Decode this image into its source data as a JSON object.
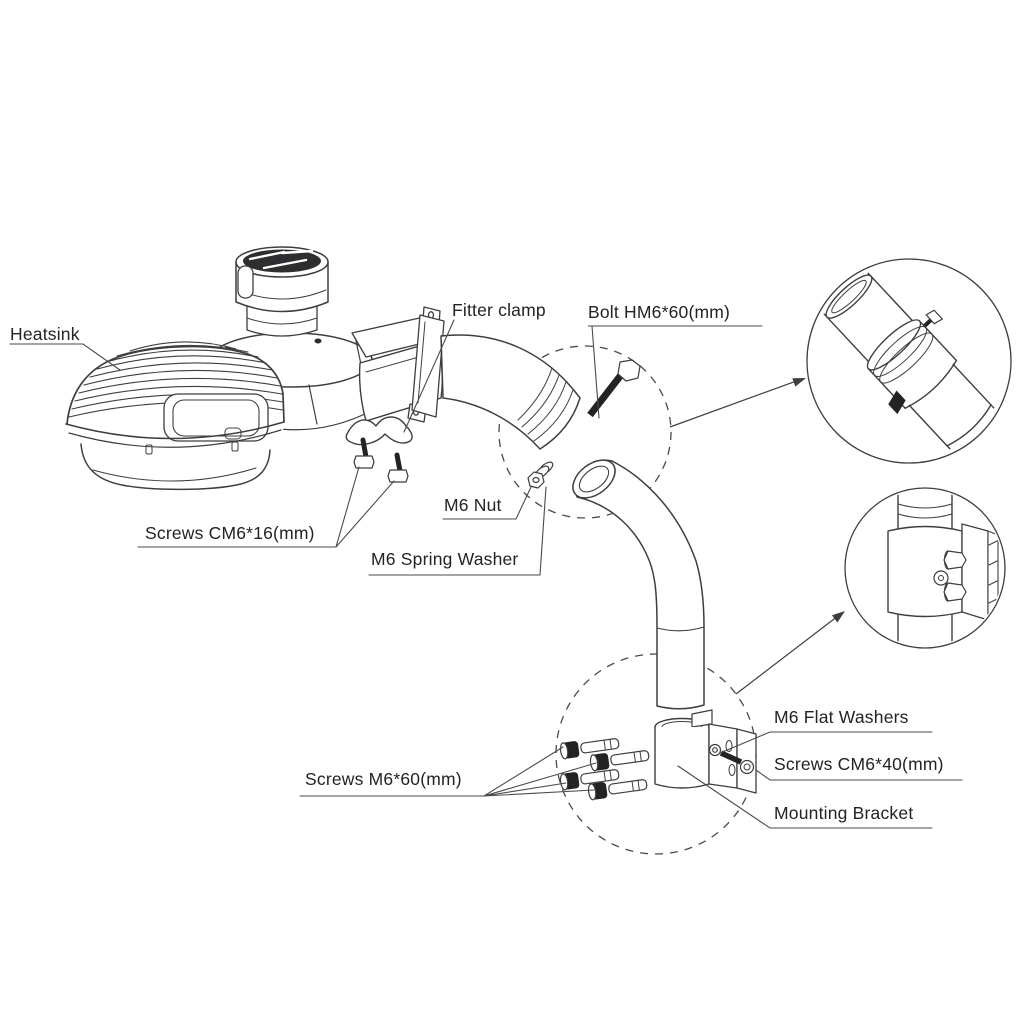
{
  "figure": {
    "type": "exploded-assembly-diagram",
    "subject": "dusk-to-dawn area light mounting assembly",
    "colors": {
      "background": "#ffffff",
      "line": "#3e3e40",
      "leader_line": "#4a4a4c",
      "label_text": "#222325",
      "hardware_fill": "#232325",
      "photocell_cap_fill": "#2e2e30"
    }
  },
  "labels": {
    "heatsink": "Heatsink",
    "fitter_clamp": "Fitter clamp",
    "bolt_hm6_60": "Bolt HM6*60(mm)",
    "screws_cm6_16": "Screws CM6*16(mm)",
    "m6_nut": "M6 Nut",
    "m6_spring_washer": "M6 Spring Washer",
    "screws_m6_60": "Screws M6*60(mm)",
    "m6_flat_washers": "M6 Flat Washers",
    "screws_cm6_40": "Screws CM6*40(mm)",
    "mounting_bracket": "Mounting Bracket"
  }
}
